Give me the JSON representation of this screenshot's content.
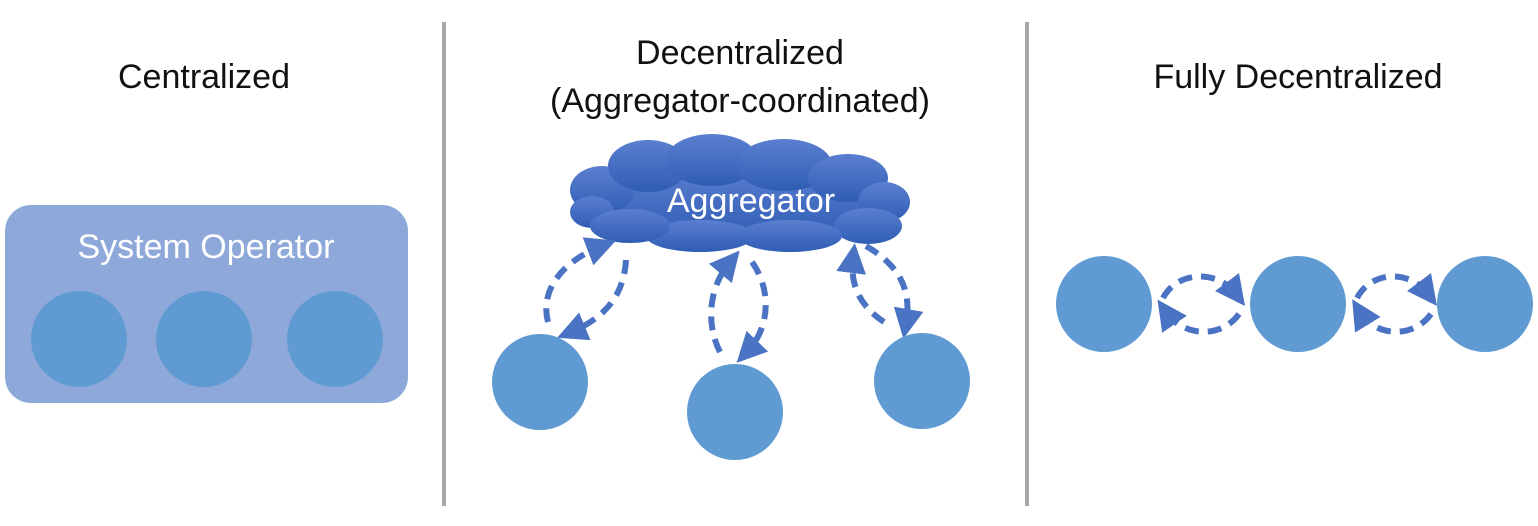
{
  "panels": {
    "centralized": {
      "title": "Centralized",
      "operator_label": "System Operator"
    },
    "decentralized": {
      "title_line1": "Decentralized",
      "title_line2": "(Aggregator-coordinated)",
      "cloud_label": "Aggregator"
    },
    "fully_decentralized": {
      "title": "Fully Decentralized"
    }
  },
  "colors": {
    "node": "#5f9bd2",
    "operator_box": "#8ea9d9",
    "cloud_top": "#5b7fd0",
    "cloud_bottom": "#2f5db4",
    "arrow": "#4a73c4",
    "divider": "#a8a8a8"
  }
}
